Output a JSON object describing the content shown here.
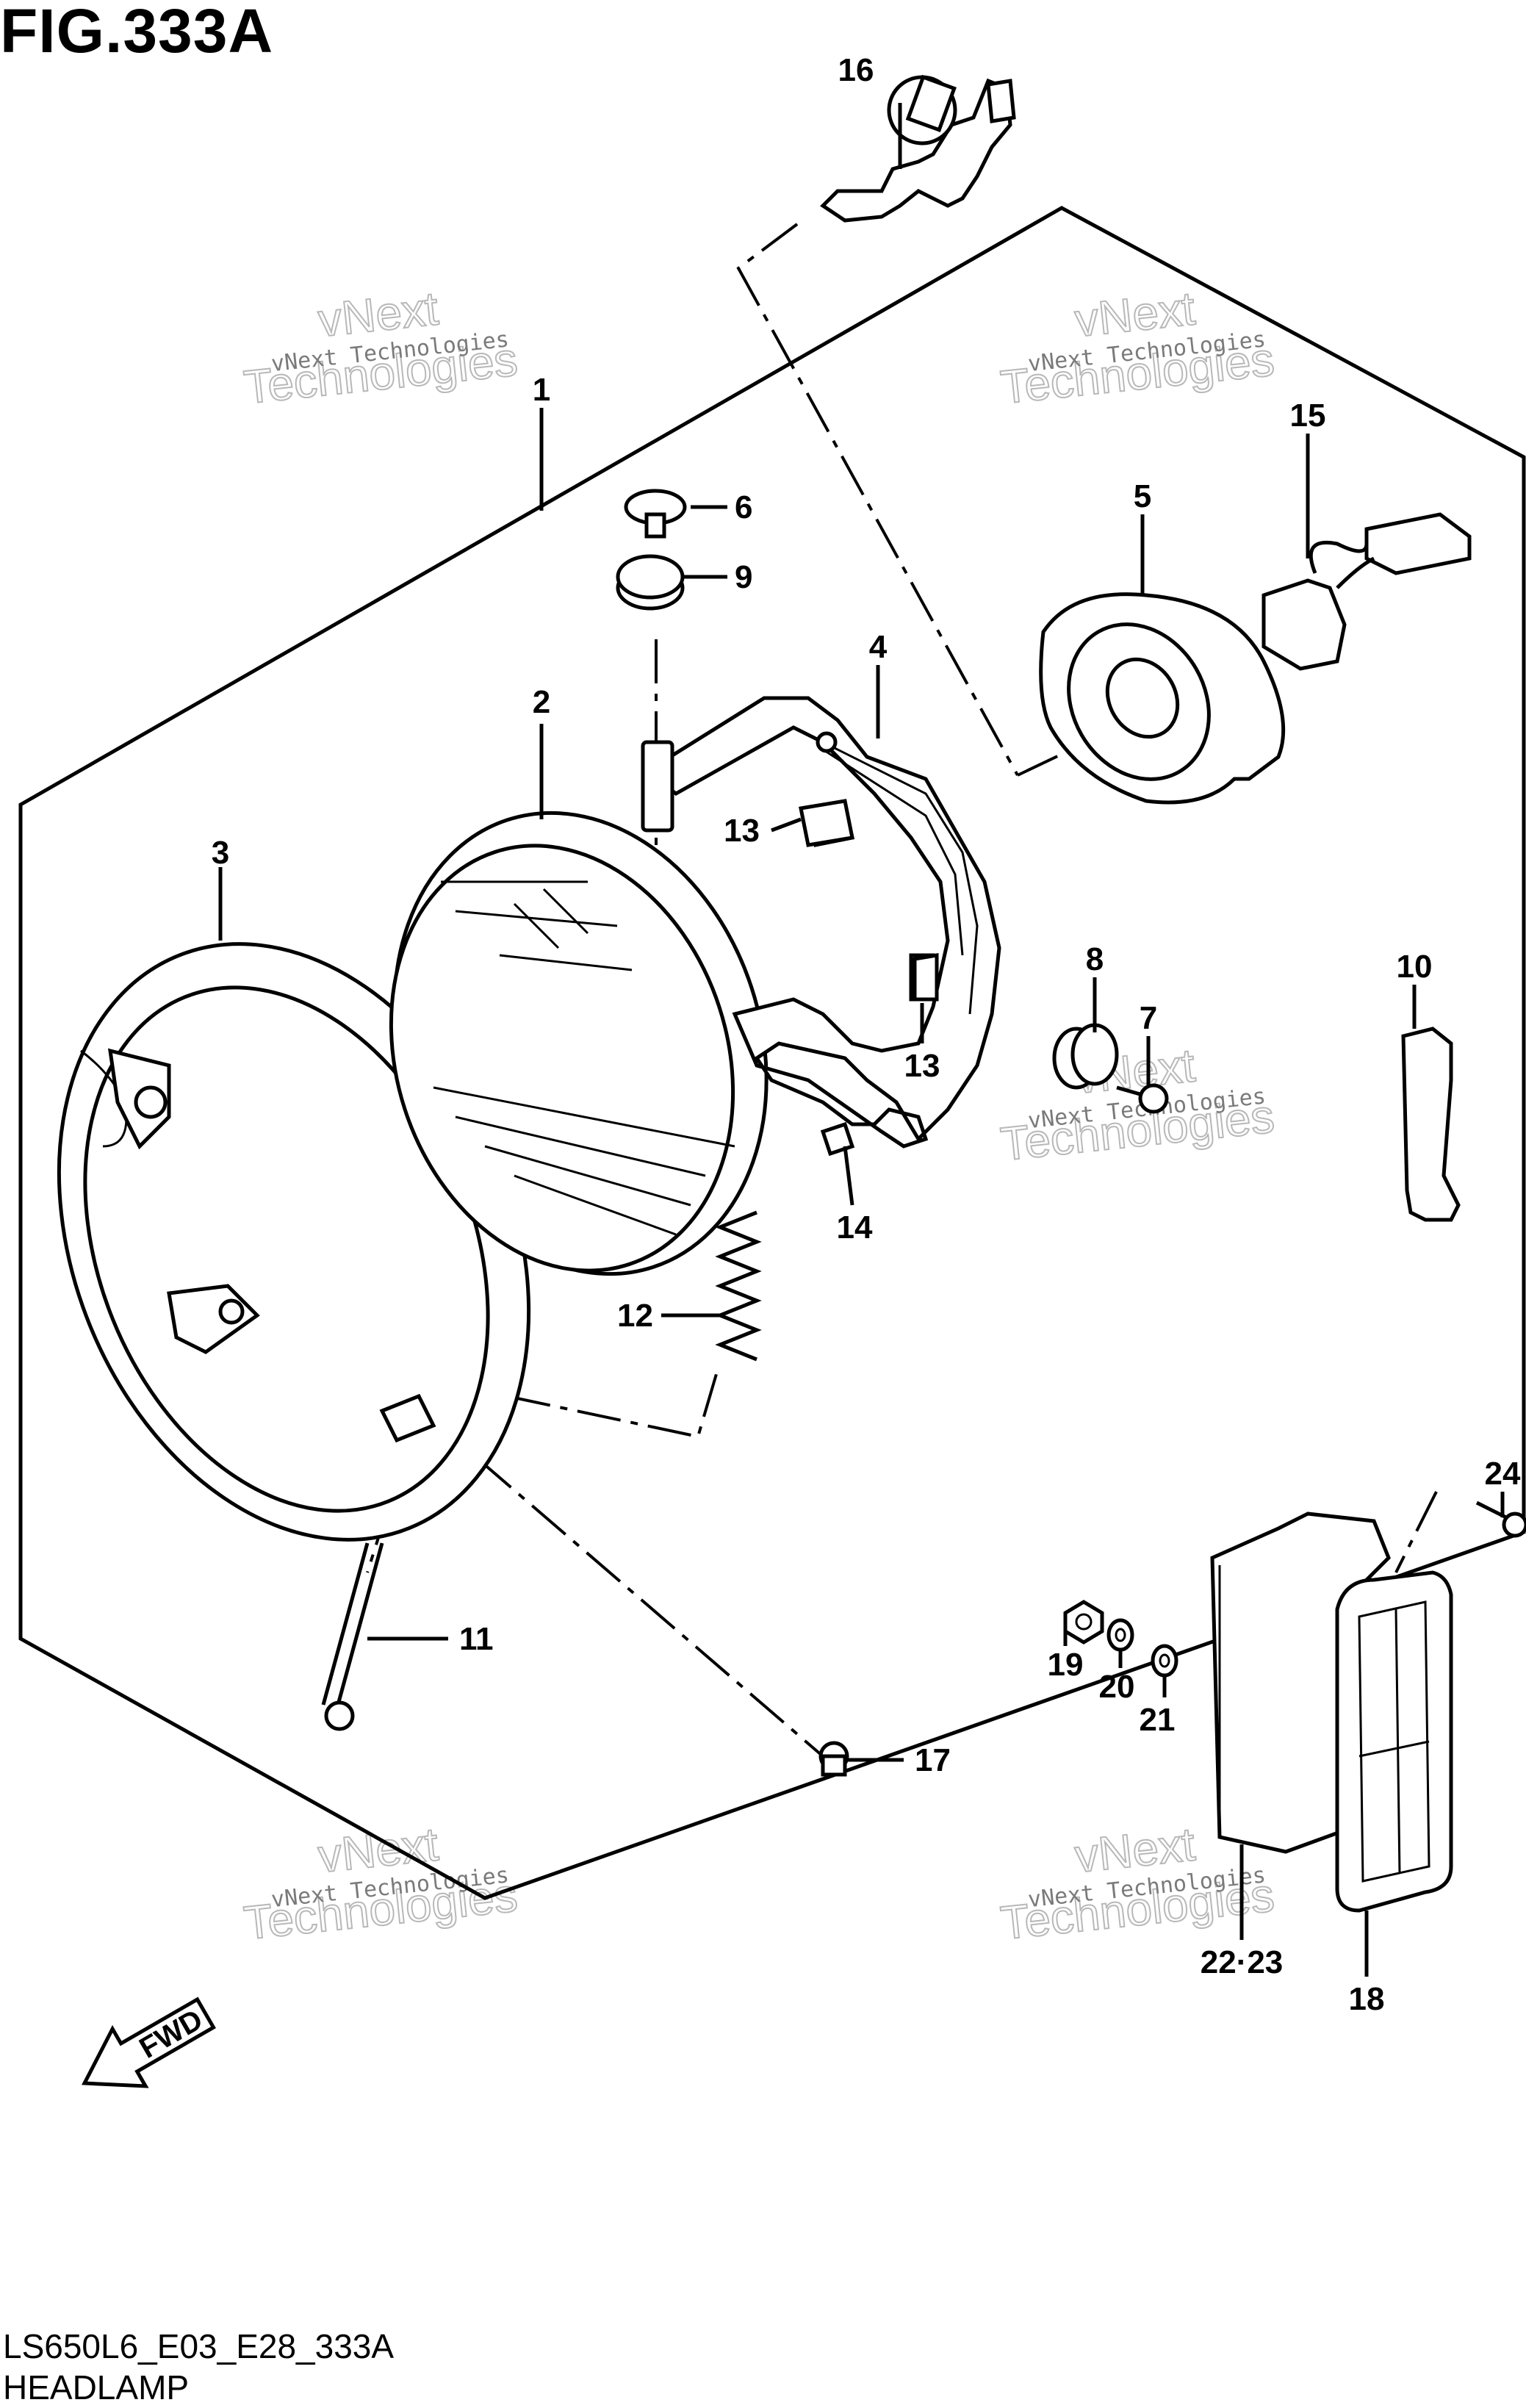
{
  "figure": {
    "title": "FIG.333A",
    "code": "LS650L6_E03_E28_333A",
    "name": "HEADLAMP"
  },
  "watermark": {
    "line1": "vNext Technologies",
    "line2": "vNext",
    "line3": "Technologies"
  },
  "callouts": [
    "1",
    "2",
    "3",
    "4",
    "5",
    "6",
    "7",
    "8",
    "9",
    "10",
    "11",
    "12",
    "13",
    "13",
    "14",
    "15",
    "16",
    "17",
    "18",
    "19",
    "20",
    "21",
    "22·23",
    "24"
  ],
  "fwd_label": "FWD"
}
